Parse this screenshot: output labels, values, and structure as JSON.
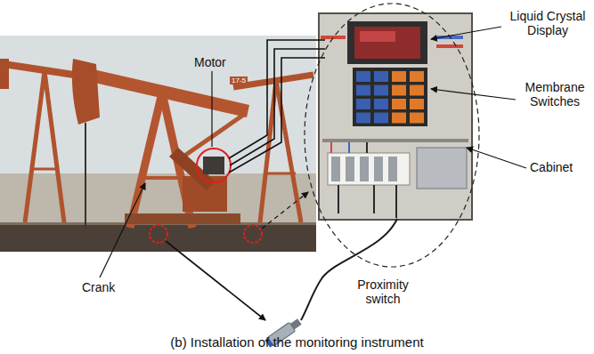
{
  "diagram": {
    "caption": "(b) Installation of the monitoring instrument",
    "labels": [
      "Motor",
      "Liquid Crystal Display",
      "Membrane Switches",
      "Cabinet",
      "Crank",
      "Proximity switch",
      "17-5"
    ]
  }
}
